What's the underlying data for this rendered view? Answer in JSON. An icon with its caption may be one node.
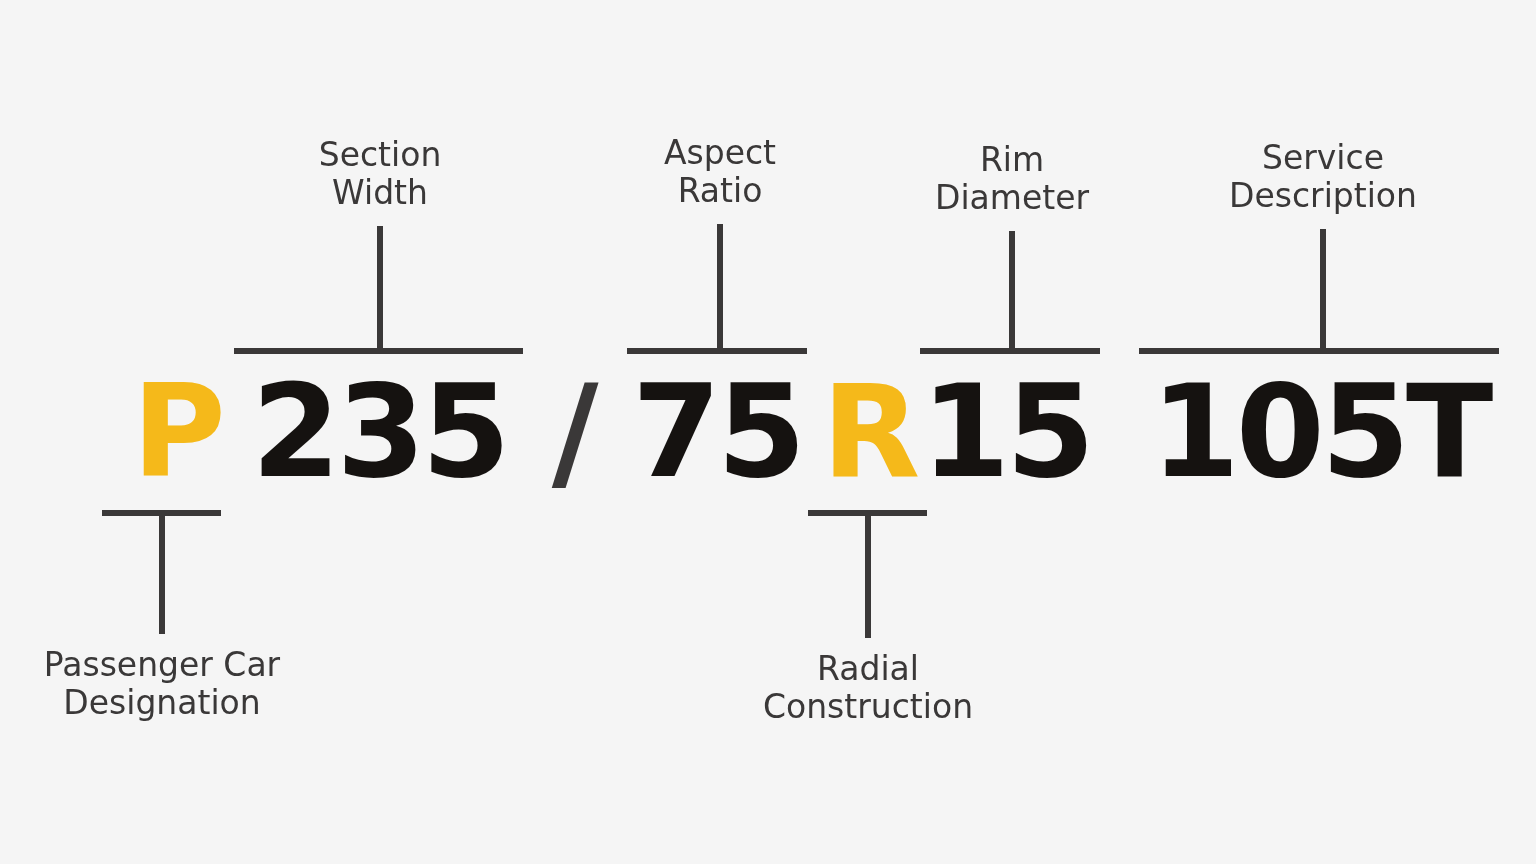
{
  "diagram": {
    "nodes": [
      {
        "text": [
          "Section Width"
        ]
      },
      {
        "text": [
          "Aspect Ratio"
        ]
      },
      {
        "text": [
          "Rim Diameter"
        ]
      },
      {
        "text": [
          "Service Description"
        ]
      },
      {
        "text": [
          "P"
        ]
      },
      {
        "text": [
          "235"
        ]
      },
      {
        "text": [
          "75"
        ]
      },
      {
        "text": [
          "R"
        ]
      },
      {
        "text": [
          "15"
        ]
      },
      {
        "text": [
          "105T"
        ]
      },
      {
        "text": [
          "Passenger Car Designation"
        ]
      },
      {
        "text": [
          "Radial Construction"
        ]
      }
    ],
    "edges": [
      {
        "from": 0,
        "to": 5,
        "arrow": "none"
      },
      {
        "from": 1,
        "to": 6,
        "arrow": "none"
      },
      {
        "from": 2,
        "to": 8,
        "arrow": "none"
      },
      {
        "from": 3,
        "to": 9,
        "arrow": "none"
      },
      {
        "from": 10,
        "to": 4,
        "arrow": "none"
      },
      {
        "from": 11,
        "to": 7,
        "arrow": "none"
      }
    ],
    "labels": [
      "/"
    ]
  }
}
